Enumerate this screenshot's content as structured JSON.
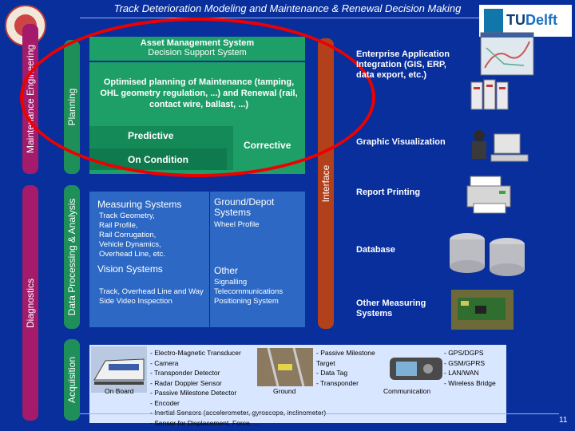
{
  "title": "Track Deterioration Modeling and Maintenance & Renewal Decision Making",
  "logo": {
    "right_text_a": "TU",
    "right_text_b": "Delft"
  },
  "bars": {
    "maintenance": "Maintenance Engineering",
    "planning": "Planning",
    "diagnostics": "Diagnostics",
    "data_processing": "Data Processing & Analysis",
    "acquisition": "Acquisition",
    "interface": "Interface"
  },
  "dss": {
    "title": "Asset Management System",
    "subtitle": "Decision Support System",
    "optimised": "Optimised planning of Maintenance (tamping, OHL geometry regulation, ...) and Renewal (rail, contact wire, ballast, ...)",
    "predictive": "Predictive",
    "corrective": "Corrective",
    "on_condition": "On Condition"
  },
  "measuring": {
    "title": "Measuring Systems",
    "body": "Track Geometry,\nRail Profile,\nRail Corrugation,\nVehicle Dynamics,\nOverhead Line, etc."
  },
  "ground": {
    "title": "Ground/Depot Systems",
    "body": "Wheel Profile"
  },
  "vision": {
    "title": "Vision Systems",
    "body": "Track, Overhead Line and Way Side Video Inspection"
  },
  "other": {
    "title": "Other",
    "body": "Signalling\nTelecommunications\nPositioning System"
  },
  "right": {
    "eai": "Enterprise Application Integration (GIS, ERP, data export, etc.)",
    "graphic": "Graphic Visualization",
    "report": "Report Printing",
    "database": "Database",
    "other_measuring": "Other Measuring Systems"
  },
  "acquisition": {
    "on_board": "On Board",
    "ground": "Ground",
    "communication": "Communication",
    "onboard_list": "- Electro-Magnetic Transducer\n- Camera\n- Transponder Detector\n- Radar Doppler Sensor\n- Passive Milestone Detector\n- Encoder\n- Inertial Sensors (accelerometer, gyroscope, inclinometer)\n- Sensor for Displacement, Force, ...",
    "ground_list": "- Passive Milestone\n  Target\n- Data Tag\n- Transponder",
    "comm_list": "- GPS/DGPS\n- GSM/GPRS\n- LAN/WAN\n- Wireless Bridge"
  },
  "page_number": "11",
  "colors": {
    "background": "#082f9c",
    "magenta": "#a31b6a",
    "green": "#1f8f5a",
    "interface": "#b2411b",
    "highlight": "#ee0000"
  }
}
